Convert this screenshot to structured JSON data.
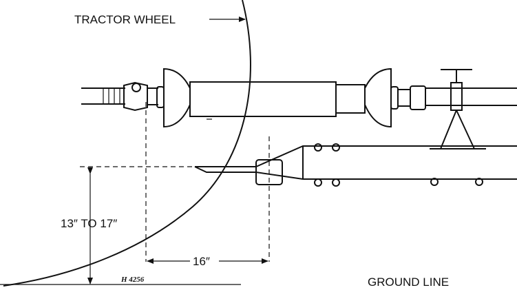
{
  "labels": {
    "tractor_wheel": "TRACTOR WHEEL",
    "height": "13″ TO 17″",
    "distance": "16″",
    "ground_line": "GROUND LINE",
    "figure_code": "H 4256"
  }
}
